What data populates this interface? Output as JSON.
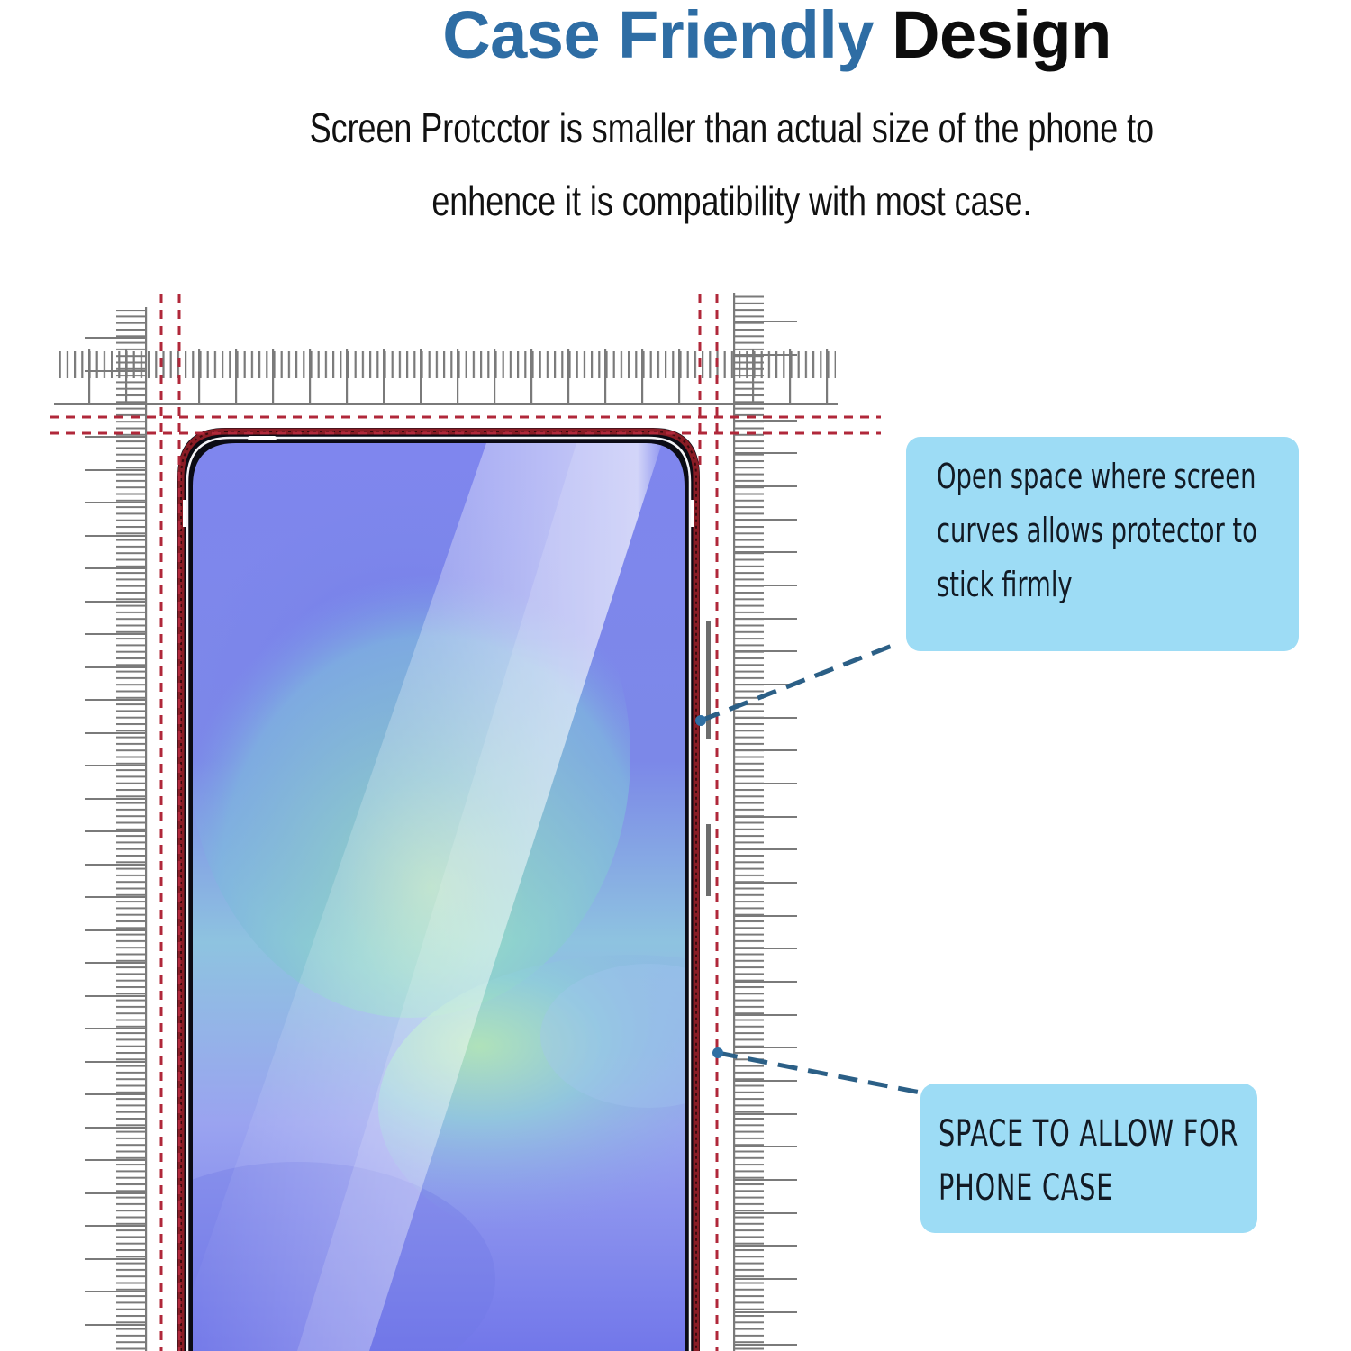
{
  "header": {
    "title_highlight": "Case Friendly",
    "title_rest": "Design",
    "subtitle_line1": "Screen Protcctor is smaller than actual size of the phone to",
    "subtitle_line2": "enhence it is compatibility with most case."
  },
  "callouts": [
    {
      "id": "open-space",
      "lines": [
        "Open space where screen",
        "curves allows protector to",
        "stick firmly"
      ]
    },
    {
      "id": "case-space",
      "lines": [
        "SPACE TO ALLOW FOR",
        "PHONE CASE"
      ]
    }
  ],
  "colors": {
    "title_blue": "#2e6da4",
    "title_black": "#0d0d0d",
    "callout_bg": "#9ddcf5",
    "connector": "#2b5f86",
    "dashed_guide": "#b0283a",
    "ruler": "#777777",
    "phone_frame": "#0b0b14",
    "screen_base": "#7b80ec"
  },
  "illustration": {
    "subject": "phone-with-screen-protector",
    "rulers": [
      "top-ruler",
      "left-ruler",
      "right-ruler"
    ],
    "guides": "red-dashed-alignment-lines"
  }
}
